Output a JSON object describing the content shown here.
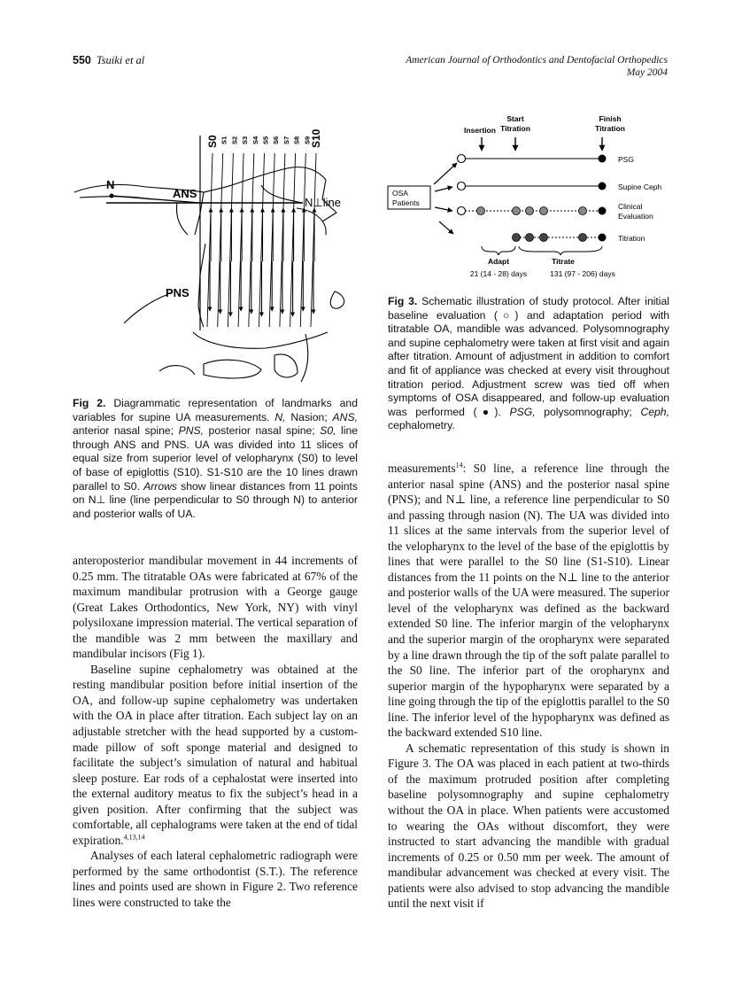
{
  "header": {
    "page_number": "550",
    "authors": "Tsuiki et al",
    "journal": "American Journal of Orthodontics and Dentofacial Orthopedics",
    "date": "May 2004"
  },
  "fig2": {
    "slice_labels": [
      "S0",
      "S1",
      "S2",
      "S3",
      "S4",
      "S5",
      "S6",
      "S7",
      "S8",
      "S9",
      "S10"
    ],
    "label_n": "N",
    "label_ans": "ANS",
    "label_nline": "N⊥line",
    "label_pns": "PNS"
  },
  "fig2_caption": {
    "label": "Fig 2.",
    "text_a": " Diagrammatic representation of landmarks and variables for supine UA measurements. ",
    "i1": "N,",
    "t1": " Nasion; ",
    "i2": "ANS,",
    "t2": " anterior nasal spine; ",
    "i3": "PNS,",
    "t3": " posterior nasal spine; ",
    "i4": "S0,",
    "t4": " line through ANS and PNS. UA was divided into 11 slices of equal size from superior level of velopharynx (S0) to level of base of epiglottis (S10). S1-S10 are the 10 lines drawn parallel to S0. ",
    "i5": "Arrows",
    "t5": " show linear distances from 11 points on N⊥ line (line perpendicular to S0 through N) to anterior and posterior walls of UA."
  },
  "fig3": {
    "insertion": "Insertion",
    "start_1": "Start",
    "start_2": "Titration",
    "finish_1": "Finish",
    "finish_2": "Titration",
    "osa_1": "OSA",
    "osa_2": "Patients",
    "row_psg": "PSG",
    "row_ceph": "Supine Ceph",
    "row_clin_1": "Clinical",
    "row_clin_2": "Evaluation",
    "row_titr": "Titration",
    "adapt": "Adapt",
    "adapt_days": "21 (14 - 28) days",
    "titrate": "Titrate",
    "titrate_days": "131 (97 - 206) days"
  },
  "fig3_caption": {
    "label": "Fig 3.",
    "text_a": " Schematic illustration of study protocol. After initial baseline evaluation (",
    "open_circle": "○",
    "text_b": ") and adaptation period with titratable OA, mandible was advanced. Polysomnography and supine cephalometry were taken at first visit and again after titration. Amount of adjustment in addition to comfort and fit of appliance was checked at every visit throughout titration period. Adjustment screw was tied off when symptoms of OSA disappeared, and follow-up evaluation was performed (",
    "filled_circle": "●",
    "text_c": "). ",
    "i1": "PSG,",
    "t1": " polysomnography; ",
    "i2": "Ceph,",
    "t2": " cephalometry."
  },
  "col1": {
    "p1": "anteroposterior mandibular movement in 44 increments of 0.25 mm. The titratable OAs were fabricated at 67% of the maximum mandibular protrusion with a George gauge (Great Lakes Orthodontics, New York, NY) with vinyl polysiloxane impression material. The vertical separation of the mandible was 2 mm between the maxillary and mandibular incisors (Fig 1).",
    "p2": "Baseline supine cephalometry was obtained at the resting mandibular position before initial insertion of the OA, and follow-up supine cephalometry was undertaken with the OA in place after titration. Each subject lay on an adjustable stretcher with the head supported by a custom-made pillow of soft sponge material and designed to facilitate the subject’s simulation of natural and habitual sleep posture. Ear rods of a cephalostat were inserted into the external auditory meatus to fix the subject’s head in a given position. After confirming that the subject was comfortable, all cephalograms were taken at the end of tidal expiration.",
    "p2_ref": "4,13,14",
    "p3": "Analyses of each lateral cephalometric radiograph were performed by the same orthodontist (S.T.). The reference lines and points used are shown in Figure 2. Two reference lines were constructed to take the"
  },
  "col2": {
    "p1_a": "measurements",
    "p1_ref": "14",
    "p1_b": ": S0 line, a reference line through the anterior nasal spine (ANS) and the posterior nasal spine (PNS); and N⊥ line, a reference line perpendicular to S0 and passing through nasion (N). The UA was divided into 11 slices at the same intervals from the superior level of the velopharynx to the level of the base of the epiglottis by lines that were parallel to the S0 line (S1-S10). Linear distances from the 11 points on the N⊥ line to the anterior and posterior walls of the UA were measured. The superior level of the velopharynx was defined as the backward extended S0 line. The inferior margin of the velopharynx and the superior margin of the oropharynx were separated by a line drawn through the tip of the soft palate parallel to the S0 line. The inferior part of the oropharynx and superior margin of the hypopharynx were separated by a line going through the tip of the epiglottis parallel to the S0 line. The inferior level of the hypopharynx was defined as the backward extended S10 line.",
    "p2": "A schematic representation of this study is shown in Figure 3. The OA was placed in each patient at two-thirds of the maximum protruded position after completing baseline polysomnography and supine cephalometry without the OA in place. When patients were accustomed to wearing the OAs without discomfort, they were instructed to start advancing the mandible with gradual increments of 0.25 or 0.50 mm per week. The amount of mandibular advancement was checked at every visit. The patients were also advised to stop advancing the mandible until the next visit if"
  }
}
